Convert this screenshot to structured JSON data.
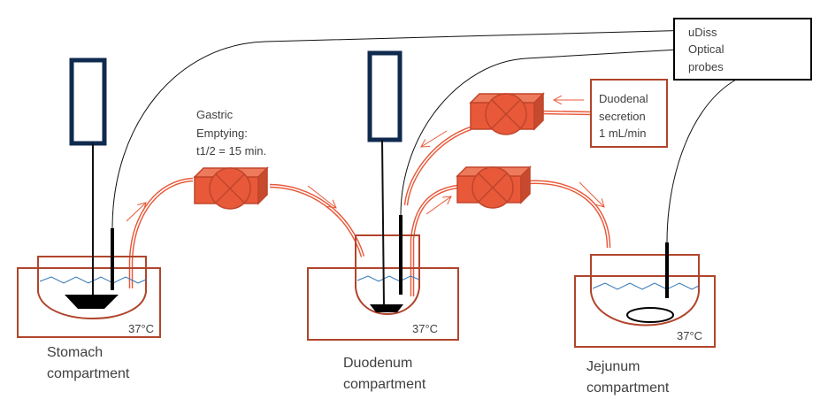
{
  "labels": {
    "gastric_emptying": [
      "Gastric",
      "Emptying:",
      "t1/2 = 15 min."
    ],
    "duodenal_secretion": [
      "Duodenal",
      "secretion",
      "1 mL/min"
    ],
    "probes": [
      "uDiss",
      "Optical",
      "probes"
    ],
    "stomach": [
      "Stomach",
      "compartment"
    ],
    "duodenum": [
      "Duodenum",
      "compartment"
    ],
    "jejunum": [
      "Jejunum",
      "compartment"
    ],
    "temperature": "37°C"
  },
  "colors": {
    "pump": "#E8593A",
    "bath": "#B0452C",
    "water": "#2E75B6",
    "stirrer": "#0F2A4F"
  },
  "icons": [
    "stirrer-motor-icon",
    "pump-icon",
    "probe-icon",
    "paddle-icon",
    "stir-bar-icon"
  ]
}
